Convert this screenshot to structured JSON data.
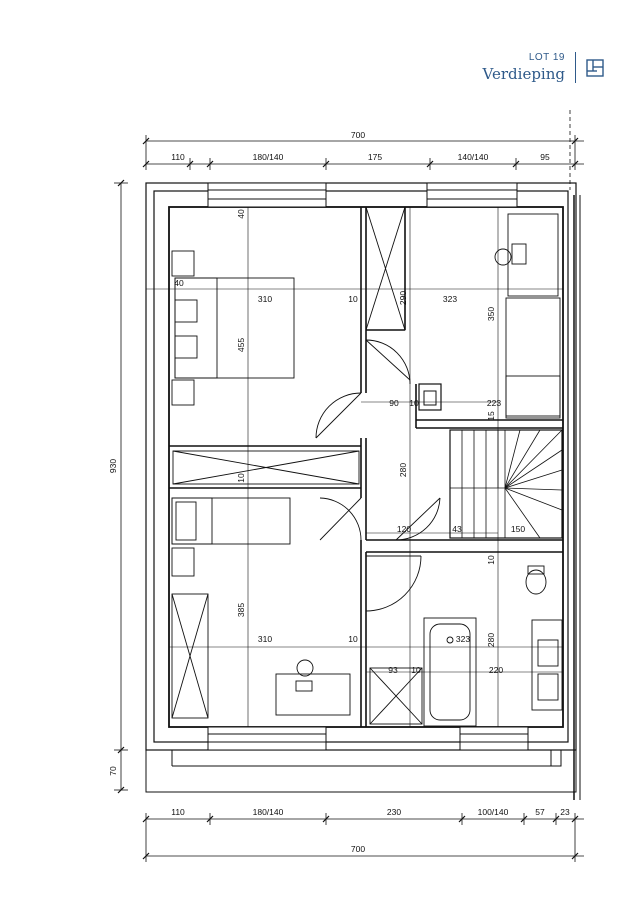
{
  "header": {
    "lot": "LOT 19",
    "floor": "Verdieping",
    "logo_icon": "house-plan-icon"
  },
  "dims_top": {
    "overall": "700",
    "segments": [
      "110",
      "180/140",
      "175",
      "140/140",
      "95"
    ]
  },
  "dims_bottom": {
    "overall": "700",
    "segments": [
      "110",
      "180/140",
      "230",
      "100/140",
      "57",
      "23"
    ]
  },
  "dims_left": {
    "height": "930",
    "terrace": "70"
  },
  "dims_interior": {
    "a40top": "40",
    "a40left": "40",
    "bed1_w": "310",
    "w10a": "10",
    "bed1_h": "455",
    "wc_h": "290",
    "bed2_w": "323",
    "bed2_h": "350",
    "hall_90": "90",
    "w10b": "10",
    "w223": "223",
    "w15": "15",
    "w10c": "10",
    "hall_280": "280",
    "w120": "120",
    "w43": "43",
    "w150": "150",
    "w10d": "10",
    "bed3_h": "385",
    "bed3_w": "310",
    "w10e": "10",
    "bath_323": "323",
    "bath_280": "280",
    "w93": "93",
    "w10f": "10",
    "w220": "220"
  },
  "colors": {
    "accent": "#2f5a8a",
    "line": "#111111"
  }
}
